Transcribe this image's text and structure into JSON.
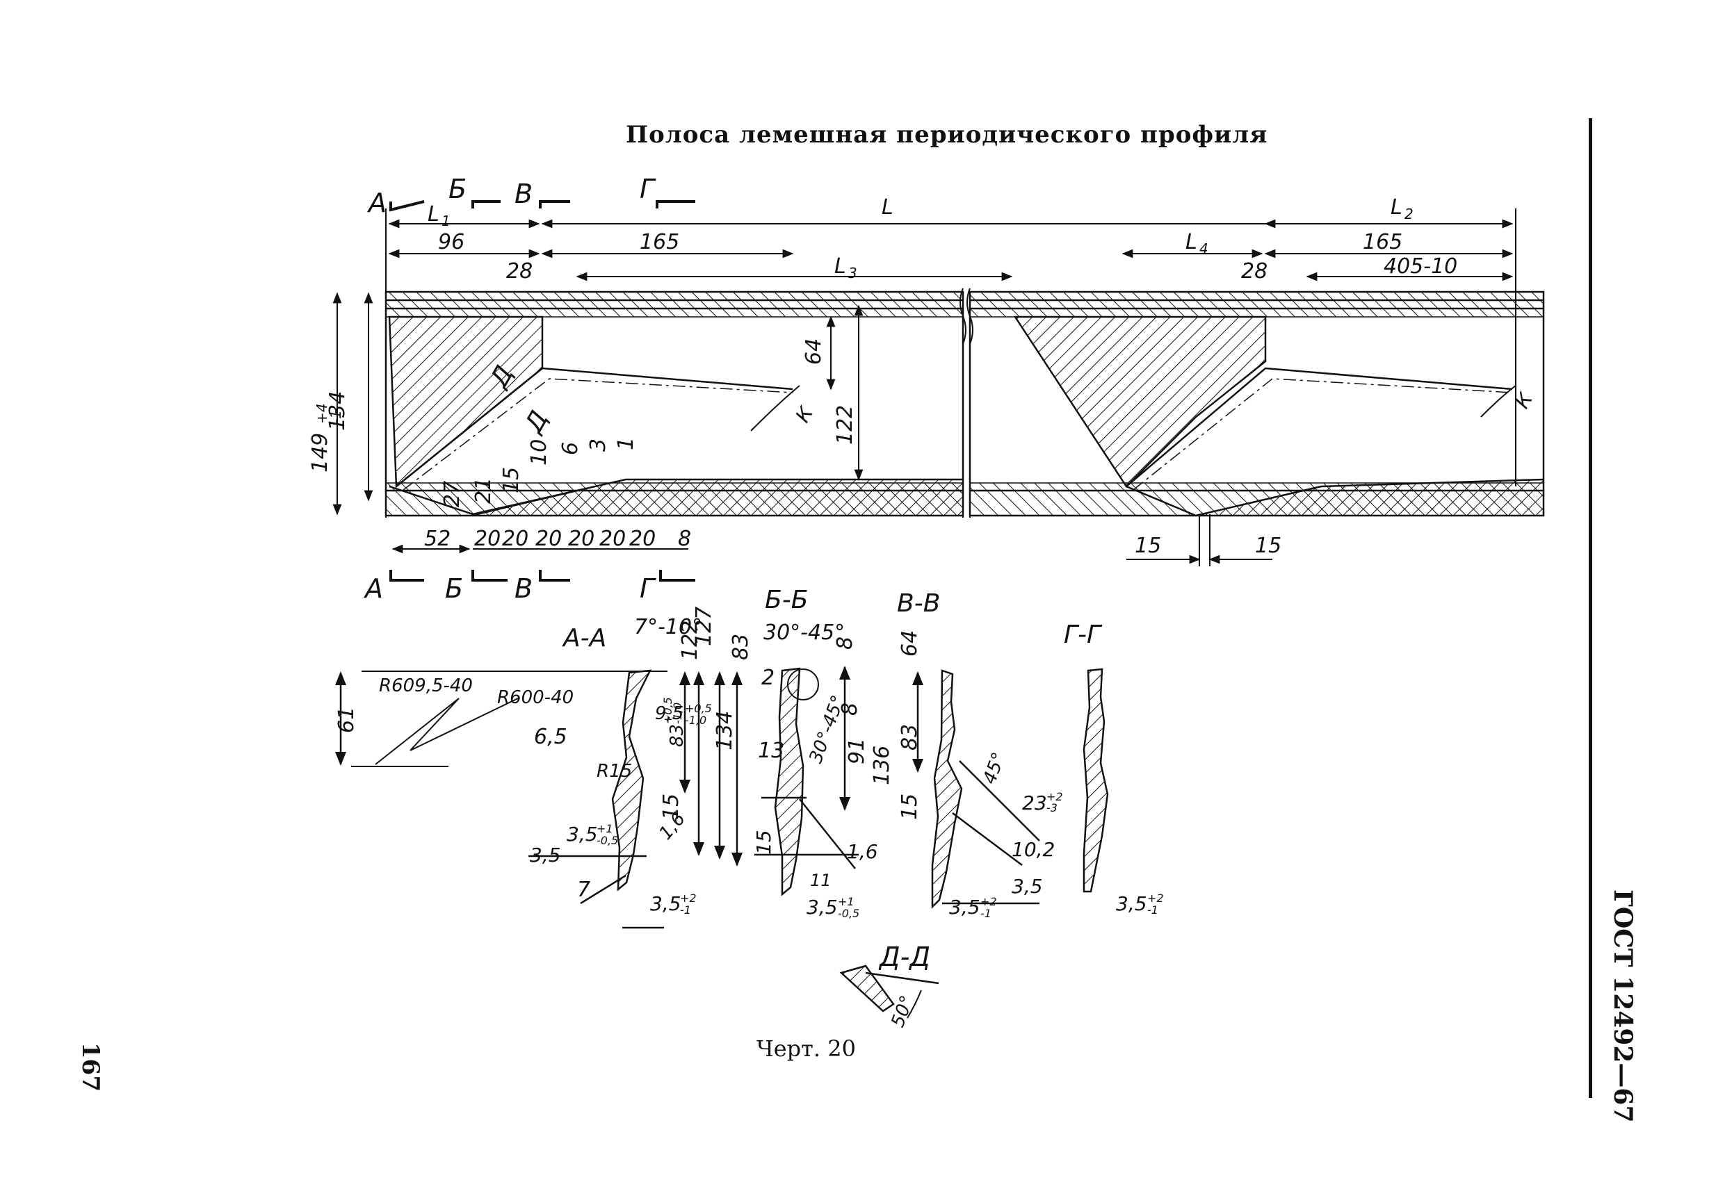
{
  "title": "Полоса лемешная периодического профиля",
  "caption": "Черт. 20",
  "page_number": "167",
  "standard": "ГОСТ 12492—67",
  "section_marks": [
    "А",
    "Б",
    "В",
    "Г"
  ],
  "plan_dims": {
    "L1": "L",
    "L1_sub": "1",
    "L": "L",
    "L2": "L",
    "L2_sub": "2",
    "L3": "L",
    "L3_sub": "3",
    "L4": "L",
    "L4_sub": "4",
    "d96": "96",
    "d165a": "165",
    "d165b": "165",
    "d28a": "28",
    "d28b": "28",
    "d405": "405-10",
    "d149": "149",
    "d149_tol_upper": "+4",
    "d149_tol_lower": "-1",
    "d134": "134",
    "d64": "64",
    "d122": "122",
    "d27": "27",
    "d21": "21",
    "d15": "15",
    "d10": "10",
    "d6": "6",
    "d3": "3",
    "d1": "1",
    "d52": "52",
    "d20": "20",
    "d8": "8",
    "d15r1": "15",
    "d15r2": "15",
    "mark_D": "Д",
    "mark_K": "К"
  },
  "sections": {
    "AA": {
      "label": "А-А",
      "angle": "7°-10°",
      "r1": "R609,5-40",
      "r2": "R600-40",
      "r15": "R15",
      "d61": "61",
      "d6_5": "6,5",
      "d9_5": "9,5",
      "d9_5_upper": "+0,5",
      "d9_5_lower": "-1,0",
      "d83": "83",
      "d83_upper": "+0,5",
      "d83_lower": "-1,0",
      "d122": "122",
      "d127": "127",
      "d134": "134",
      "d83b": "83",
      "d15": "15",
      "d16": "1,6",
      "d3_5a": "3,5",
      "d3_5b": "3,5",
      "d3_5b_upper": "+1",
      "d3_5b_lower": "-0,5",
      "d7": "7",
      "t": "3,5",
      "t_upper": "+2",
      "t_lower": "-1"
    },
    "BB": {
      "label": "Б-Б",
      "angle1": "30°-45°",
      "angle2": "30°-45°",
      "d8a": "8",
      "d8b": "8",
      "d2": "2",
      "d91": "91",
      "d13": "13",
      "d15": "15",
      "d16": "1,6",
      "d11": "11",
      "t": "3,5",
      "t_upper": "+1",
      "t_lower": "-0,5"
    },
    "VV": {
      "label": "В-В",
      "d64": "64",
      "d83": "83",
      "d136": "136",
      "d15": "15",
      "angle": "45°",
      "d23": "23",
      "d23_upper": "+2",
      "d23_lower": "-3",
      "d10_2": "10,2",
      "d3_5": "3,5",
      "t": "3,5",
      "t_upper": "+2",
      "t_lower": "-1"
    },
    "GG": {
      "label": "Г-Г",
      "t": "3,5",
      "t_upper": "+2",
      "t_lower": "-1"
    },
    "DD": {
      "label": "Д-Д",
      "angle": "50°"
    }
  }
}
